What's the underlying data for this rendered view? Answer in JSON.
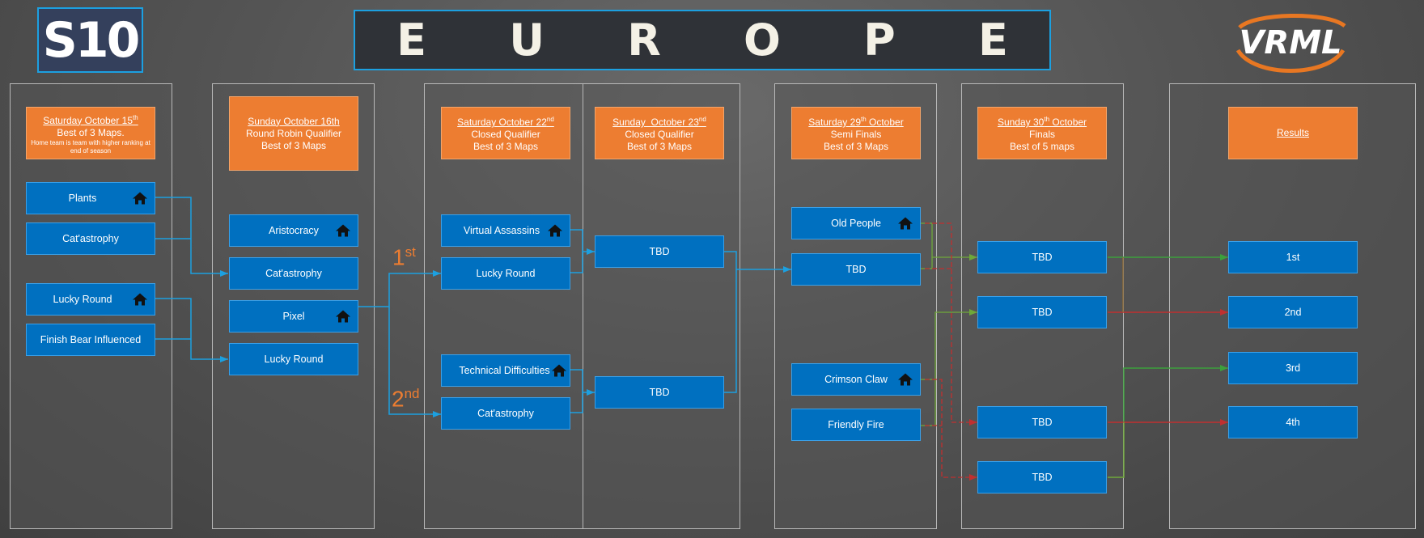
{
  "season": "S10",
  "region_letters": [
    "E",
    "U",
    "R",
    "O",
    "P",
    "E"
  ],
  "logo_text": "VRML",
  "colors": {
    "header": "#ed7d31",
    "team": "#0070c0",
    "title_border": "#1ca0e0",
    "connector": "#1ca0e0",
    "winner_line": "#3ca03c",
    "loser_line": "#c03030"
  },
  "headers": {
    "day1": {
      "date": "Saturday October 15",
      "date_sup": "th",
      "line1": "Best of 3 Maps.",
      "line2": "Home team is team with higher ranking at",
      "line3": "end of season"
    },
    "day2": {
      "date": "Sunday October 16th",
      "line1": "Round Robin Qualifier",
      "line2": "Best of 3 Maps"
    },
    "day3": {
      "date": "Saturday October 22",
      "date_sup": "nd",
      "line1": "Closed Qualifier",
      "line2": "Best of 3 Maps"
    },
    "day4": {
      "date": "Sunday  October 23",
      "date_sup": "nd",
      "line1": "Closed Qualifier",
      "line2": "Best of 3 Maps"
    },
    "semis": {
      "date_pre": "Saturday 29",
      "date_sup": "th",
      "date_post": " October",
      "line1": "Semi Finals",
      "line2": "Best of 3 Maps"
    },
    "finals": {
      "date_pre": "Sunday 30",
      "date_sup": "th",
      "date_post": " October",
      "line1": "Finals",
      "line2": "Best of 5 maps"
    },
    "results": {
      "date": "Results"
    }
  },
  "day1_teams": [
    "Plants",
    "Cat'astrophy",
    "Lucky Round",
    "Finish Bear Influenced"
  ],
  "day2_teams": [
    "Aristocracy",
    "Cat'astrophy",
    "Pixel",
    "Lucky Round"
  ],
  "seeds": {
    "first": "1",
    "first_sup": "st",
    "second": "2",
    "second_sup": "nd"
  },
  "day3_teams": [
    "Virtual Assassins",
    "Lucky Round",
    "Technical Difficulties",
    "Cat'astrophy"
  ],
  "day4_teams": [
    "TBD",
    "TBD"
  ],
  "semis_teams": [
    "Old People",
    "TBD",
    "Crimson Claw",
    "Friendly Fire"
  ],
  "finals_teams": [
    "TBD",
    "TBD",
    "TBD",
    "TBD"
  ],
  "results": [
    "1st",
    "2nd",
    "3rd",
    "4th"
  ]
}
